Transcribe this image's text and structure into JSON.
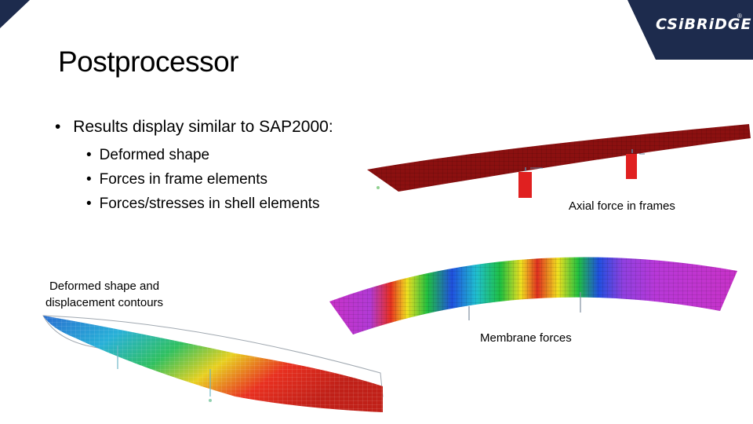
{
  "brand": {
    "logo_text": "CSiBRiDGE",
    "logo_reg": "®",
    "colors": {
      "navy": "#1d2b4d",
      "bridge_red": "#8b1010"
    }
  },
  "slide": {
    "title": "Postprocessor",
    "bullet": "Results display similar to SAP2000:",
    "sub_bullets": [
      "Deformed shape",
      "Forces in frame elements",
      "Forces/stresses in shell elements"
    ]
  },
  "captions": {
    "axial": "Axial force in frames",
    "membrane": "Membrane forces",
    "deformed_line1": "Deformed shape and",
    "deformed_line2": "displacement contours"
  },
  "icons": [
    "corner-triangle-icon",
    "logo-tab-icon"
  ]
}
